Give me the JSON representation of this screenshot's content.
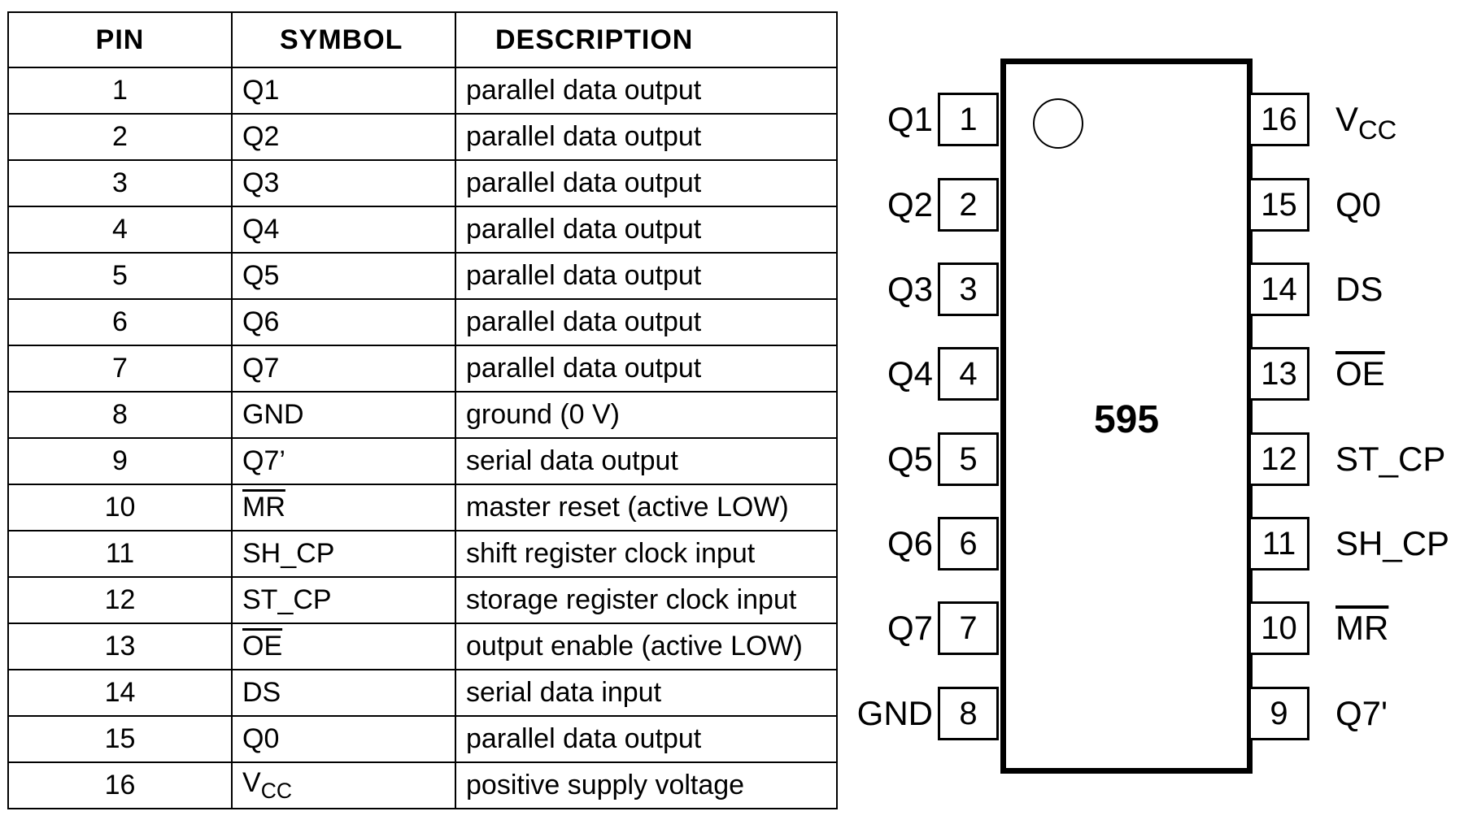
{
  "table": {
    "headers": {
      "pin": "PIN",
      "symbol": "SYMBOL",
      "description": "DESCRIPTION"
    },
    "rows": [
      {
        "pin": "1",
        "symbol": "Q1",
        "description": "parallel data output"
      },
      {
        "pin": "2",
        "symbol": "Q2",
        "description": "parallel data output"
      },
      {
        "pin": "3",
        "symbol": "Q3",
        "description": "parallel data output"
      },
      {
        "pin": "4",
        "symbol": "Q4",
        "description": "parallel data output"
      },
      {
        "pin": "5",
        "symbol": "Q5",
        "description": "parallel data output"
      },
      {
        "pin": "6",
        "symbol": "Q6",
        "description": "parallel data output"
      },
      {
        "pin": "7",
        "symbol": "Q7",
        "description": "parallel data output"
      },
      {
        "pin": "8",
        "symbol": "GND",
        "description": "ground (0 V)"
      },
      {
        "pin": "9",
        "symbol": "Q7’",
        "description": "serial data output"
      },
      {
        "pin": "10",
        "symbol": "MR",
        "description": "master reset (active LOW)"
      },
      {
        "pin": "11",
        "symbol": "SH_CP",
        "description": "shift register clock input"
      },
      {
        "pin": "12",
        "symbol": "ST_CP",
        "description": "storage register clock input"
      },
      {
        "pin": "13",
        "symbol": "OE",
        "description": "output enable (active LOW)"
      },
      {
        "pin": "14",
        "symbol": "DS",
        "description": "serial data input"
      },
      {
        "pin": "15",
        "symbol": "Q0",
        "description": "parallel data output"
      },
      {
        "pin": "16",
        "symbol": "VCC",
        "description": "positive supply voltage"
      }
    ]
  },
  "symbols": {
    "vcc": {
      "main": "V",
      "sub": "CC"
    },
    "mr": "MR",
    "oe": "OE"
  },
  "chip": {
    "name": "595",
    "left_pins": [
      {
        "number": "1",
        "label": "Q1"
      },
      {
        "number": "2",
        "label": "Q2"
      },
      {
        "number": "3",
        "label": "Q3"
      },
      {
        "number": "4",
        "label": "Q4"
      },
      {
        "number": "5",
        "label": "Q5"
      },
      {
        "number": "6",
        "label": "Q6"
      },
      {
        "number": "7",
        "label": "Q7"
      },
      {
        "number": "8",
        "label": "GND"
      }
    ],
    "right_pins": [
      {
        "number": "16",
        "label": "VCC"
      },
      {
        "number": "15",
        "label": "Q0"
      },
      {
        "number": "14",
        "label": "DS"
      },
      {
        "number": "13",
        "label": "OE"
      },
      {
        "number": "12",
        "label": "ST_CP"
      },
      {
        "number": "11",
        "label": "SH_CP"
      },
      {
        "number": "10",
        "label": "MR"
      },
      {
        "number": "9",
        "label": "Q7'"
      }
    ]
  }
}
